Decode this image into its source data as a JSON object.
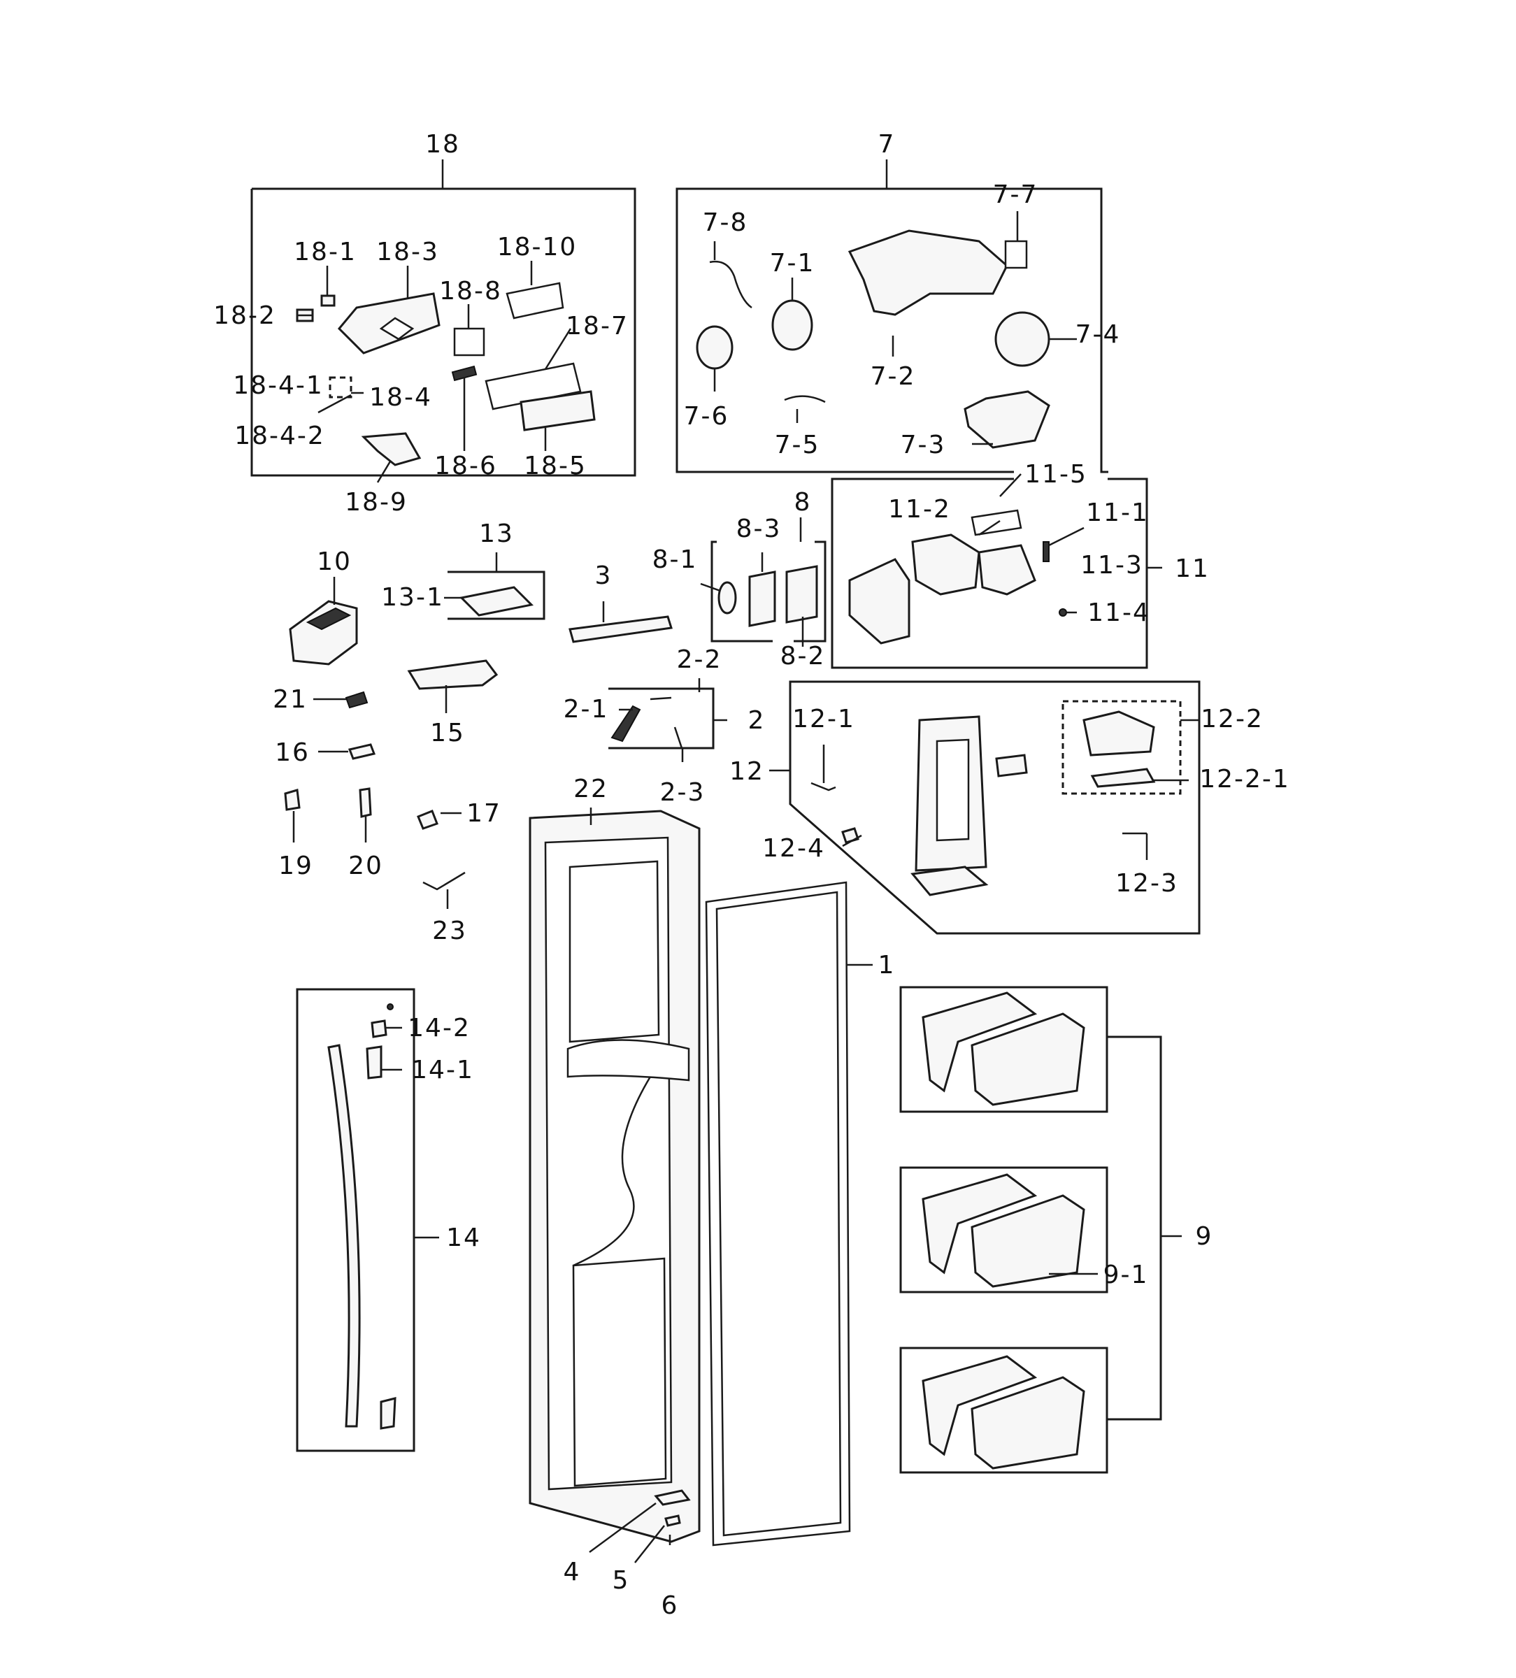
{
  "labels": {
    "p1": "1",
    "p2": "2",
    "p2_1": "2-1",
    "p2_2": "2-2",
    "p2_3": "2-3",
    "p3": "3",
    "p4": "4",
    "p5": "5",
    "p6": "6",
    "p7": "7",
    "p7_1": "7-1",
    "p7_2": "7-2",
    "p7_3": "7-3",
    "p7_4": "7-4",
    "p7_5": "7-5",
    "p7_6": "7-6",
    "p7_7": "7-7",
    "p7_8": "7-8",
    "p8": "8",
    "p8_1": "8-1",
    "p8_2": "8-2",
    "p8_3": "8-3",
    "p9": "9",
    "p9_1": "9-1",
    "p10": "10",
    "p11": "11",
    "p11_1": "11-1",
    "p11_2": "11-2",
    "p11_3": "11-3",
    "p11_4": "11-4",
    "p11_5": "11-5",
    "p12": "12",
    "p12_1": "12-1",
    "p12_2": "12-2",
    "p12_2_1": "12-2-1",
    "p12_3": "12-3",
    "p12_4": "12-4",
    "p13": "13",
    "p13_1": "13-1",
    "p14": "14",
    "p14_1": "14-1",
    "p14_2": "14-2",
    "p15": "15",
    "p16": "16",
    "p17": "17",
    "p18": "18",
    "p18_1": "18-1",
    "p18_2": "18-2",
    "p18_3": "18-3",
    "p18_4": "18-4",
    "p18_4_1": "18-4-1",
    "p18_4_2": "18-4-2",
    "p18_5": "18-5",
    "p18_6": "18-6",
    "p18_7": "18-7",
    "p18_8": "18-8",
    "p18_9": "18-9",
    "p18_10": "18-10",
    "p19": "19",
    "p20": "20",
    "p21": "21",
    "p22": "22",
    "p23": "23"
  }
}
